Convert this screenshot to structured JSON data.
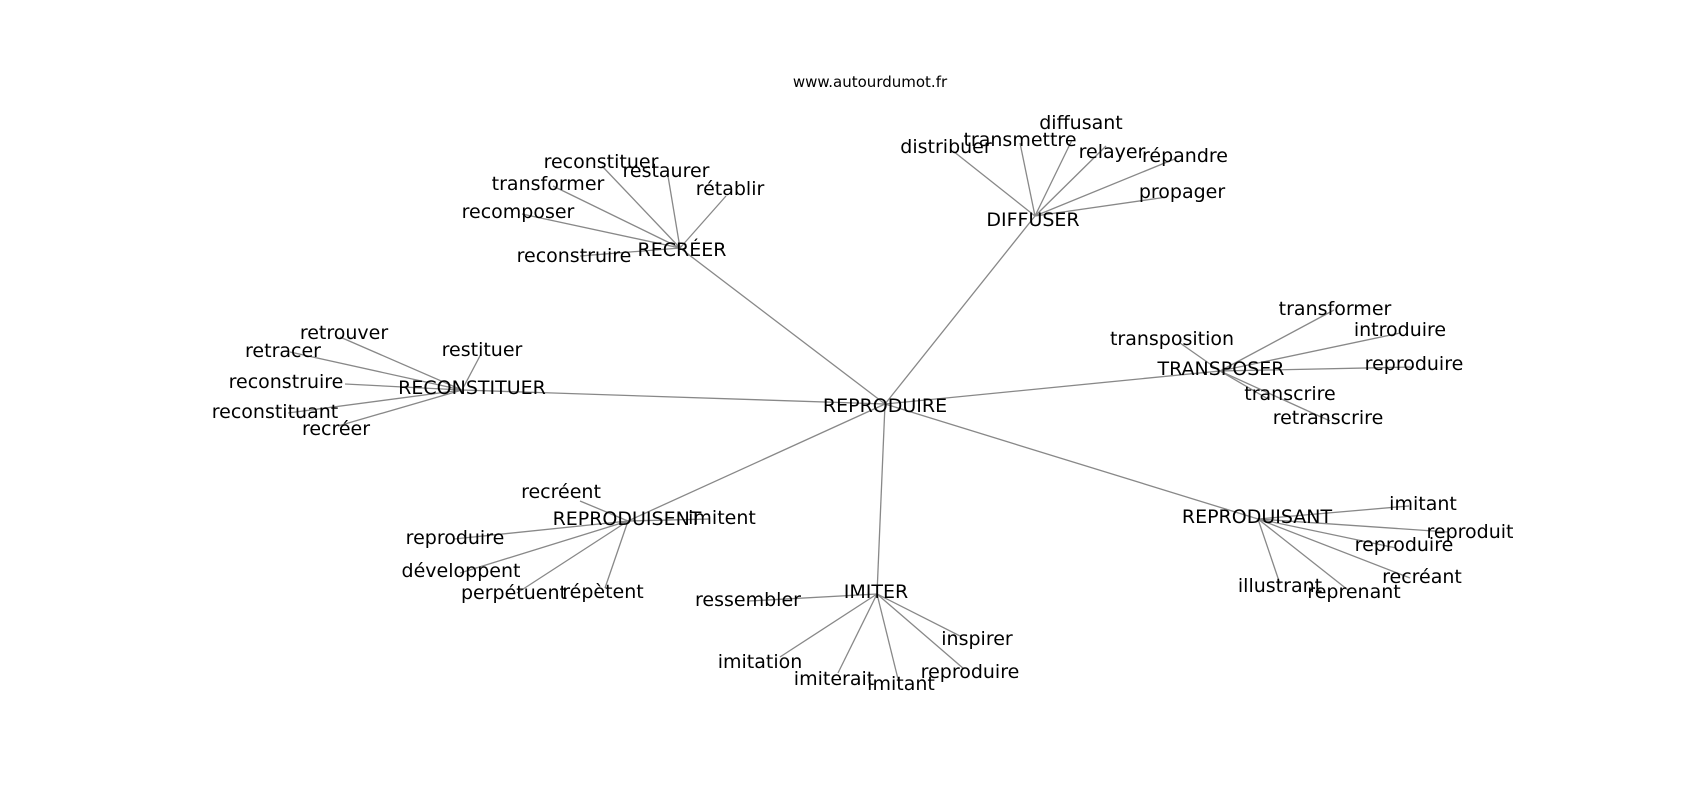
{
  "site": "www.autourdumot.fr",
  "center": "REPRODUIRE",
  "clusters": [
    {
      "hub": "RECRÉER",
      "leaves": [
        "reconstituer",
        "restaurer",
        "transformer",
        "rétablir",
        "recomposer",
        "reconstruire"
      ]
    },
    {
      "hub": "DIFFUSER",
      "leaves": [
        "diffusant",
        "transmettre",
        "distribuer",
        "relayer",
        "répandre",
        "propager"
      ]
    },
    {
      "hub": "RECONSTITUER",
      "leaves": [
        "retrouver",
        "retracer",
        "restituer",
        "reconstruire",
        "reconstituant",
        "recréer"
      ]
    },
    {
      "hub": "TRANSPOSER",
      "leaves": [
        "transformer",
        "transposition",
        "introduire",
        "reproduire",
        "transcrire",
        "retranscrire"
      ]
    },
    {
      "hub": "REPRODUISENT",
      "leaves": [
        "recréent",
        "imitent",
        "reproduire",
        "développent",
        "perpétuent",
        "répètent"
      ]
    },
    {
      "hub": "REPRODUISANT",
      "leaves": [
        "imitant",
        "reproduit",
        "reproduire",
        "recréant",
        "illustrant",
        "reprenant"
      ]
    },
    {
      "hub": "IMITER",
      "leaves": [
        "ressembler",
        "inspirer",
        "imitation",
        "reproduire",
        "imiterait",
        "imitant"
      ]
    }
  ]
}
